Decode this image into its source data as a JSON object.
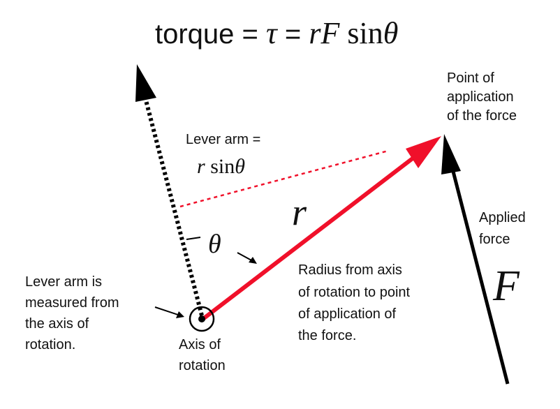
{
  "title": {
    "prefix": "torque = ",
    "tau": "τ",
    "eq": " = ",
    "r": "r",
    "F": "F",
    "sin": " sin",
    "theta": "θ"
  },
  "labels": {
    "point_of_application": [
      "Point of",
      "application",
      "of the force"
    ],
    "lever_arm": "Lever arm =",
    "lever_arm_formula": {
      "r": "r",
      "sin": " sin",
      "theta": "θ"
    },
    "r_symbol": "r",
    "theta_symbol": "θ",
    "applied_force": [
      "Applied",
      "force"
    ],
    "F_symbol": "F",
    "radius_desc": [
      "Radius from axis",
      "of rotation to point",
      "of application of",
      "the force."
    ],
    "lever_measured": [
      "Lever arm is",
      "measured from",
      "the axis of",
      "rotation."
    ],
    "axis": [
      "Axis of",
      "rotation"
    ]
  },
  "colors": {
    "red": "#f0102a",
    "black": "#000000"
  }
}
